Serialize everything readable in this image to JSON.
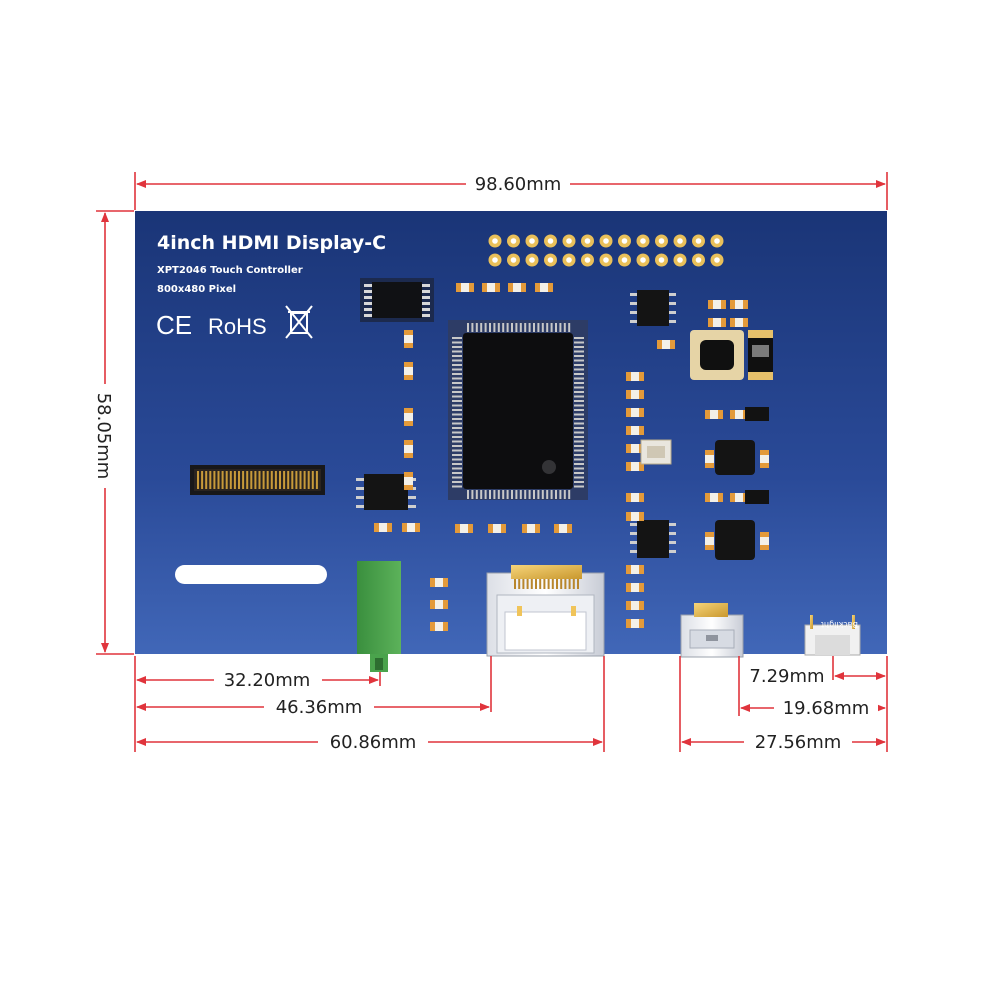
{
  "board": {
    "title": "4inch HDMI Display-C",
    "subtitle_touch": "XPT2046 Touch Controller",
    "subtitle_pixels": "800x480 Pixel",
    "cert_ce": "CE",
    "cert_rohs": "RoHS",
    "backlight_label": "Backlight"
  },
  "dimensions": {
    "width": "98.60mm",
    "height": "58.05mm",
    "audio_offset": "32.20mm",
    "hdmi_left": "46.36mm",
    "hdmi_right": "60.86mm",
    "backlight_offset": "7.29mm",
    "usb_right": "19.68mm",
    "usb_left": "27.56mm"
  },
  "colors": {
    "pcb_top": "#1a3577",
    "pcb_bottom": "#3f63b4",
    "dimension_line": "#e0343c",
    "dimension_text": "#222222"
  }
}
